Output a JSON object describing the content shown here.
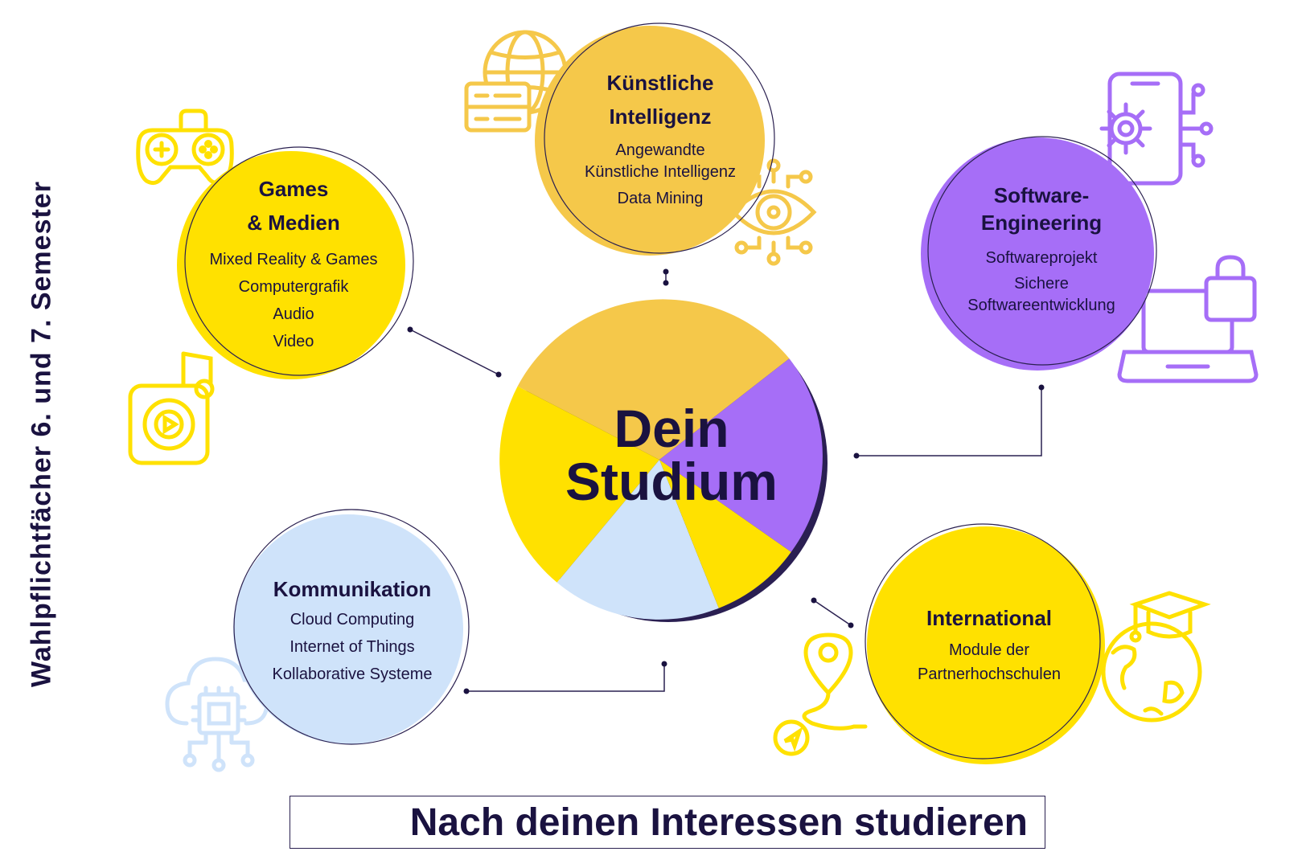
{
  "side_title": "Wahlpflichtfächer  6. und  7. Semester",
  "center": {
    "title_line1": "Dein",
    "title_line2": "Studium"
  },
  "footer": "Nach deinen Interessen studieren",
  "colors": {
    "ki": "#f5c84a",
    "games": "#ffe100",
    "software": "#a66ef7",
    "kommunikation": "#cfe3fa",
    "international": "#ffe100",
    "ink": "#1a1240"
  },
  "bubbles": {
    "ki": {
      "title1": "Künstliche",
      "title2": "Intelligenz",
      "item1a": "Angewandte",
      "item1b": "Künstliche Intelligenz",
      "item2": "Data Mining"
    },
    "games": {
      "title1": "Games",
      "title2": "& Medien",
      "items": [
        "Mixed Reality & Games",
        "Computergrafik",
        "Audio",
        "Video"
      ]
    },
    "software": {
      "title1": "Software-",
      "title2": "Engineering",
      "item1": "Softwareprojekt",
      "item2a": "Sichere",
      "item2b": "Softwareentwicklung"
    },
    "kommunikation": {
      "title": "Kommunikation",
      "items": [
        "Cloud Computing",
        "Internet of Things",
        "Kollaborative Systeme"
      ]
    },
    "international": {
      "title": "International",
      "item1a": "Module der",
      "item1b": "Partnerhochschulen"
    }
  },
  "icons": [
    "globe-server-icon",
    "game-controller-icon",
    "music-player-icon",
    "ai-eye-icon",
    "mobile-settings-icon",
    "laptop-lock-icon",
    "cloud-chip-icon",
    "location-route-icon",
    "graduation-globe-icon"
  ]
}
